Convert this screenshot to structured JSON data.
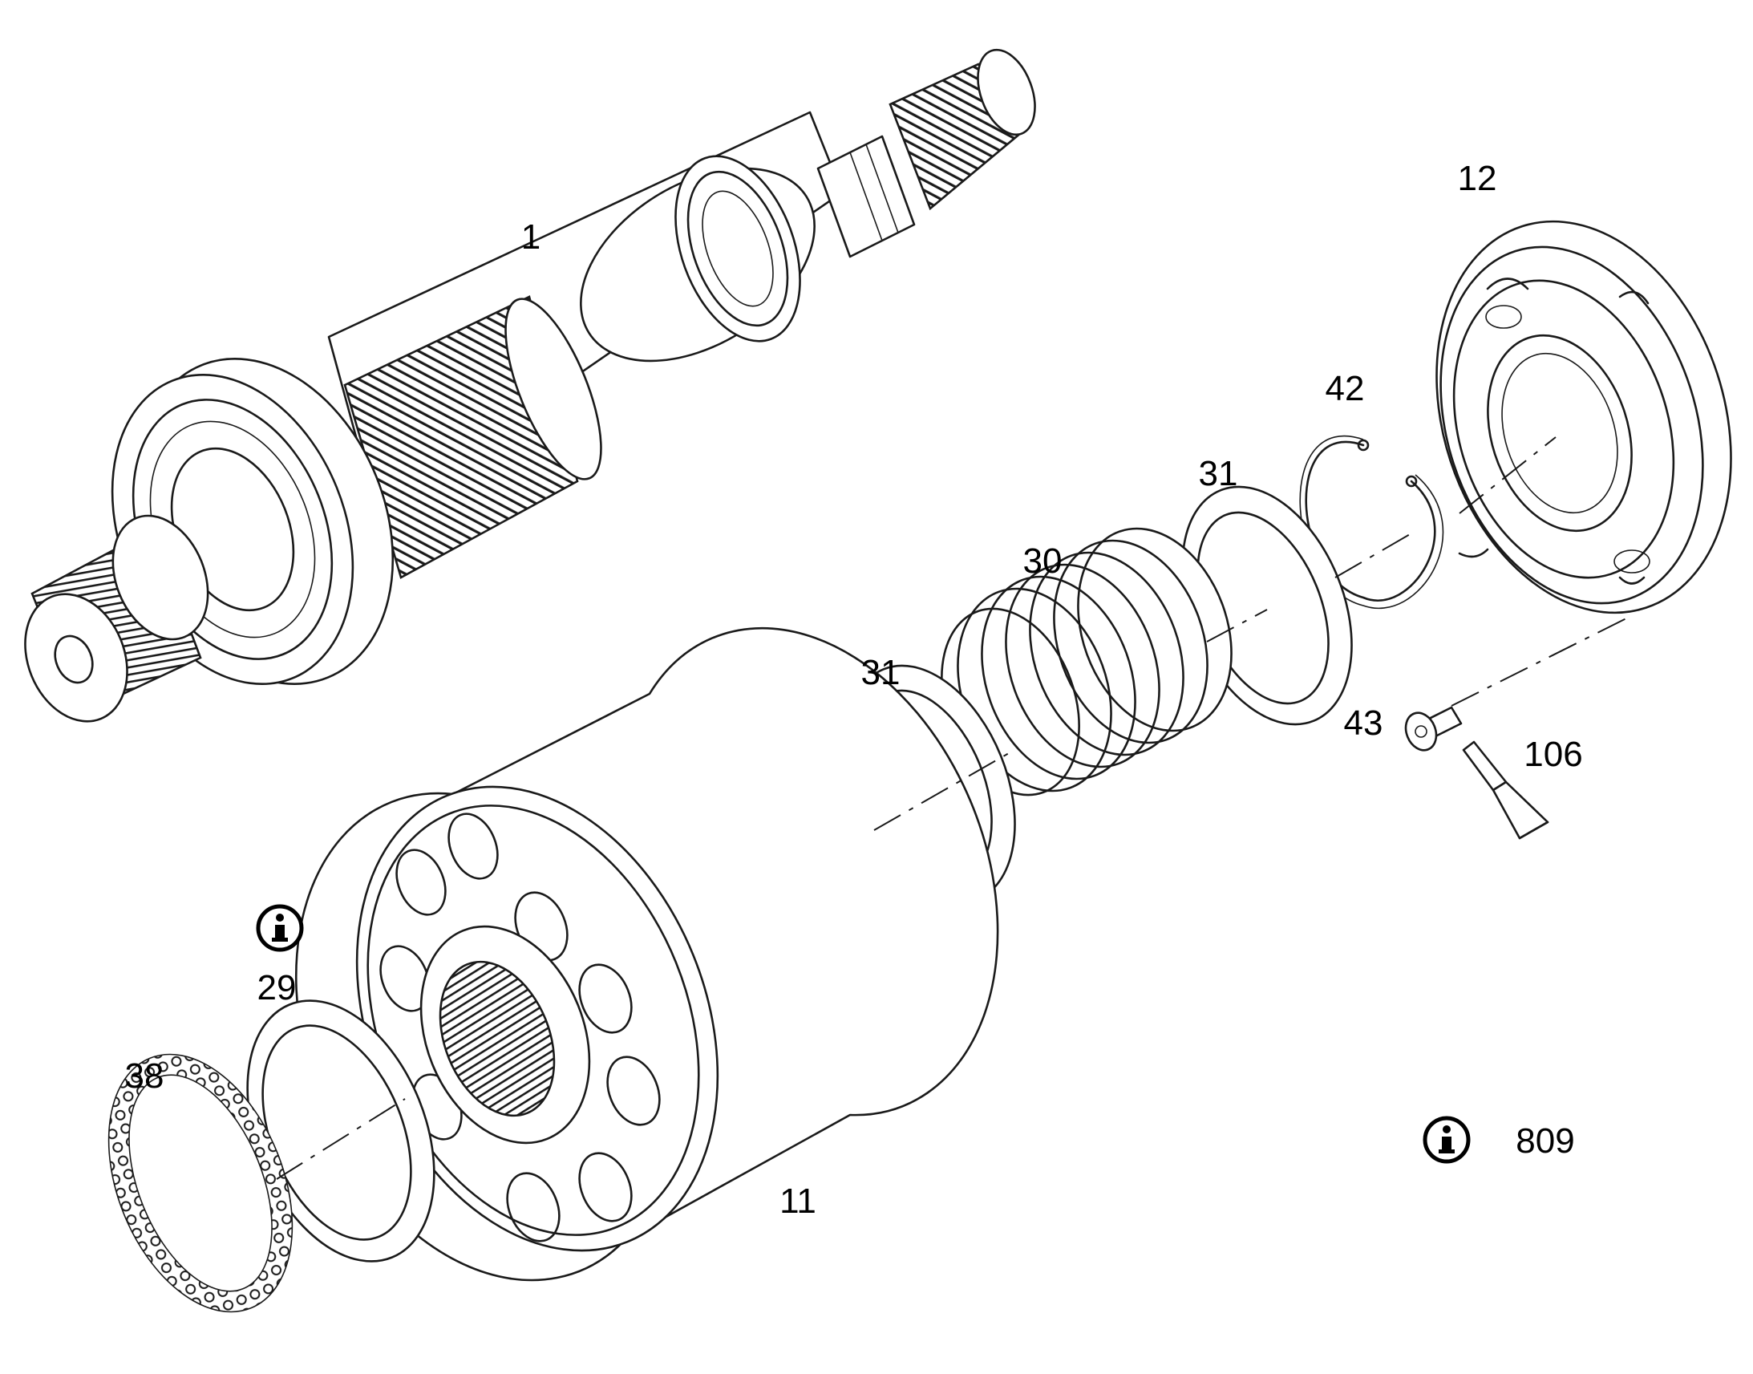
{
  "callouts": {
    "part_1": "1",
    "part_12": "12",
    "part_42": "42",
    "part_31_upper": "31",
    "part_30": "30",
    "part_31_lower": "31",
    "part_43": "43",
    "part_106": "106",
    "part_29": "29",
    "part_38": "38",
    "part_11": "11",
    "part_809": "809"
  },
  "icons": {
    "info_29": "info-icon",
    "info_809": "info-icon"
  }
}
